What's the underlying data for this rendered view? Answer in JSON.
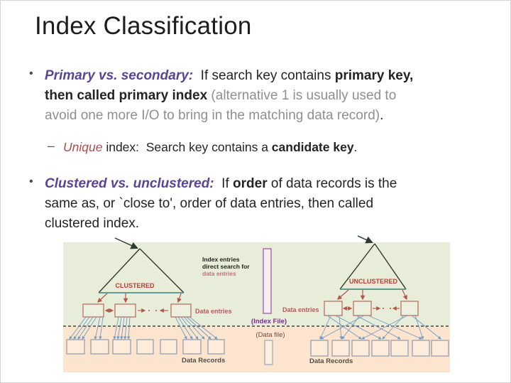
{
  "slide": {
    "title": "Index Classification",
    "bullet1": {
      "marker": "•",
      "head": "Primary vs. secondary",
      "colon": ":",
      "l1a": "  If search key contains ",
      "l1b": "primary key,",
      "l2a": "then called primary index ",
      "l2b": "(alternative 1 is usually used to",
      "l3a": "avoid one more I/O to bring in the matching data record)",
      "l3b": "."
    },
    "sub_bullet": {
      "marker": "–",
      "unique": "Unique",
      "rest": " index:  Search key contains a ",
      "bold": "candidate key",
      "period": "."
    },
    "bullet2": {
      "marker": "•",
      "head": "Clustered vs. unclustered",
      "colon": ":",
      "l1a": "  If ",
      "l1b": "order",
      "l1c": " of data records is the",
      "l2": "same as, or `close to', order of data entries, then called",
      "l3": "clustered index."
    }
  },
  "diagram": {
    "clustered": "CLUSTERED",
    "unclustered": "UNCLUSTERED",
    "note1": "Index entries",
    "note2": "direct search for",
    "note3": "data entries",
    "data_entries_left": "Data entries",
    "data_entries_right": "Data entries",
    "index_file": "(Index File)",
    "data_file": "(Data file)",
    "data_records_left": "Data Records",
    "data_records_right": "Data Records"
  },
  "colors": {
    "title_text": "#1d1d1d",
    "body_text": "#242424",
    "purple_term": "#5b4397",
    "gray_text": "#8f8f8f",
    "red_term": "#b4494f",
    "diagram_green_bg": "#e8edd9",
    "diagram_peach_bg": "#fce4cf",
    "tree_label_red": "#c23b35",
    "entry_box_border": "#b26a55",
    "record_box_border": "#8d9bab",
    "teal_line": "#4d8f8f",
    "blue_line": "#6f9cc4",
    "red_arrow": "#b2554a",
    "pink_label": "#b25b63",
    "note_pink": "#c4707a",
    "index_file_purple": "#7b2d8b",
    "data_file_maroon": "#7d4a42",
    "data_records_text": "#4f4f45"
  }
}
